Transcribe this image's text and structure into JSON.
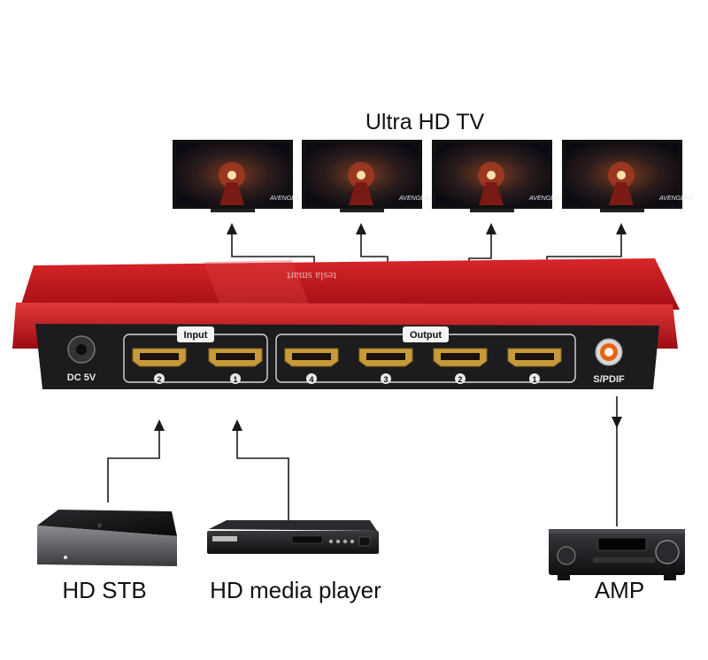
{
  "diagram": {
    "title": "Ultra HD TV",
    "device": {
      "power_label": "DC 5V",
      "input_group_label": "Input",
      "output_group_label": "Output",
      "spdif_label": "S/PDIF",
      "input_ports": [
        "2",
        "1"
      ],
      "output_ports": [
        "4",
        "3",
        "2",
        "1"
      ],
      "brand_text": "tesla smart"
    },
    "tvs": [
      {
        "screen_text": "AVENGERS"
      },
      {
        "screen_text": "AVENGERS"
      },
      {
        "screen_text": "AVENGERS"
      },
      {
        "screen_text": "AVENGERS"
      }
    ],
    "sources": {
      "stb_label": "HD STB",
      "player_label": "HD media player",
      "amp_label": "AMP"
    },
    "colors": {
      "case_red": "#c0161c",
      "panel_black": "#1c1c1e",
      "port_gold": "#c79a3a",
      "spdif_orange": "#e8640f",
      "line": "#1a1a1a"
    }
  }
}
